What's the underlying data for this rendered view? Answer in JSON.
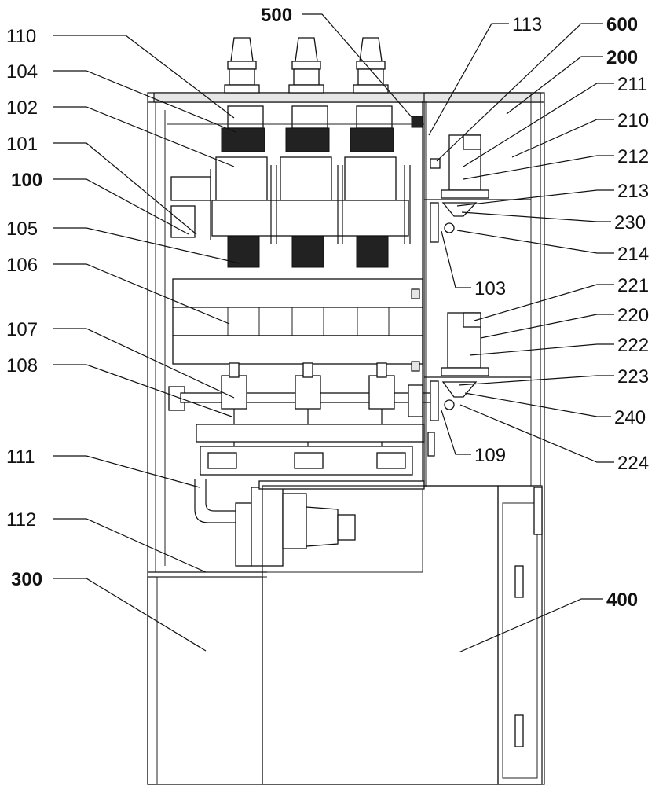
{
  "labels": {
    "l110": "110",
    "l104": "104",
    "l102": "102",
    "l101": "101",
    "l100": "100",
    "l105": "105",
    "l106": "106",
    "l107": "107",
    "l108": "108",
    "l111": "111",
    "l112": "112",
    "l300": "300",
    "l500": "500",
    "l113": "113",
    "l600": "600",
    "l200": "200",
    "l211": "211",
    "l210": "210",
    "l212": "212",
    "l213": "213",
    "l230": "230",
    "l214": "214",
    "l103": "103",
    "l221": "221",
    "l220": "220",
    "l222": "222",
    "l223": "223",
    "l240": "240",
    "l109": "109",
    "l224": "224",
    "l400": "400"
  }
}
